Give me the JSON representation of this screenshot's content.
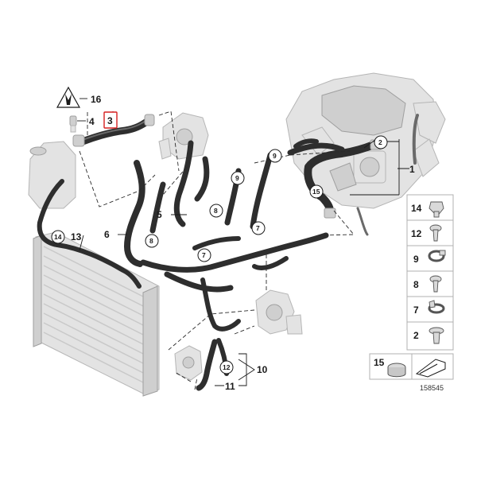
{
  "diagram": {
    "labels": {
      "l16": "16",
      "l4": "4",
      "l3": "3",
      "l2": "2",
      "l1": "1",
      "l9a": "9",
      "l9b": "9",
      "l8": "8",
      "l7a": "7",
      "l7b": "7",
      "l5": "5",
      "l6": "6",
      "l8b": "8",
      "l14": "14",
      "l13": "13",
      "l15": "15",
      "l12": "12",
      "l10": "10",
      "l11": "11"
    },
    "legend": [
      {
        "num": "14",
        "icon": "clip-icon"
      },
      {
        "num": "12",
        "icon": "screw-icon"
      },
      {
        "num": "9",
        "icon": "hose-clamp-icon"
      },
      {
        "num": "8",
        "icon": "bolt-icon"
      },
      {
        "num": "7",
        "icon": "spring-clamp-icon"
      },
      {
        "num": "2",
        "icon": "collar-screw-icon"
      }
    ],
    "legend_bottom": {
      "num": "15",
      "icon": "band-clamp-icon"
    },
    "reference_number": "158545",
    "highlight_color": "#d62020"
  }
}
